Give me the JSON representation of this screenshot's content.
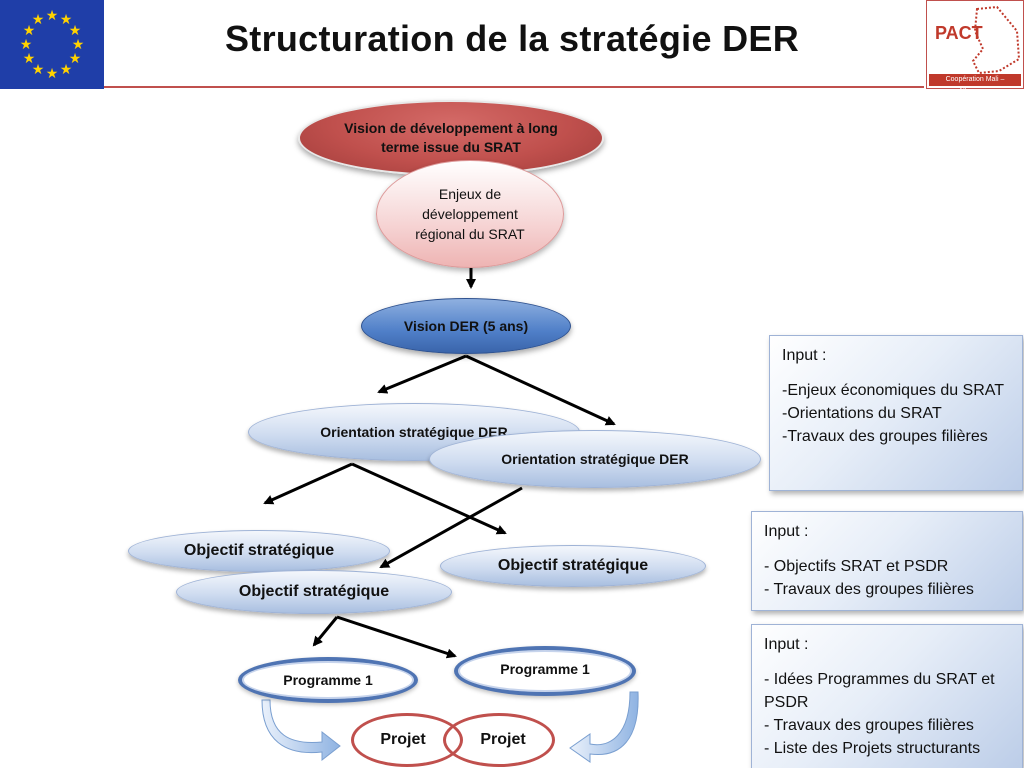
{
  "header": {
    "title": "Structuration de la stratégie DER"
  },
  "logos": {
    "pact_name": "PACT",
    "pact_tagline": "Coopération Mali – Allemagne"
  },
  "diagram": {
    "vision_srat": "Vision de développement à long terme issue du SRAT",
    "enjeux": "Enjeux de développement régional du SRAT",
    "vision_der": "Vision DER (5 ans)",
    "orientation_1": "Orientation stratégique DER",
    "orientation_2": "Orientation stratégique DER",
    "objectif_1": "Objectif stratégique",
    "objectif_2": "Objectif stratégique",
    "objectif_3": "Objectif stratégique",
    "programme_1": "Programme 1",
    "programme_2": "Programme 1",
    "projet_1": "Projet",
    "projet_2": "Projet"
  },
  "inputs": [
    {
      "title": "Input :",
      "lines": [
        "-Enjeux économiques du SRAT",
        "-Orientations du SRAT",
        "-Travaux des groupes filières"
      ]
    },
    {
      "title": "Input :",
      "lines": [
        "- Objectifs SRAT et PSDR",
        "- Travaux des groupes filières"
      ]
    },
    {
      "title": "Input :",
      "lines": [
        "- Idées Programmes du SRAT et PSDR",
        "- Travaux des groupes filières",
        "- Liste des Projets structurants"
      ]
    }
  ],
  "colors": {
    "accent_red": "#c0504d",
    "accent_blue": "#4f7fc8"
  }
}
